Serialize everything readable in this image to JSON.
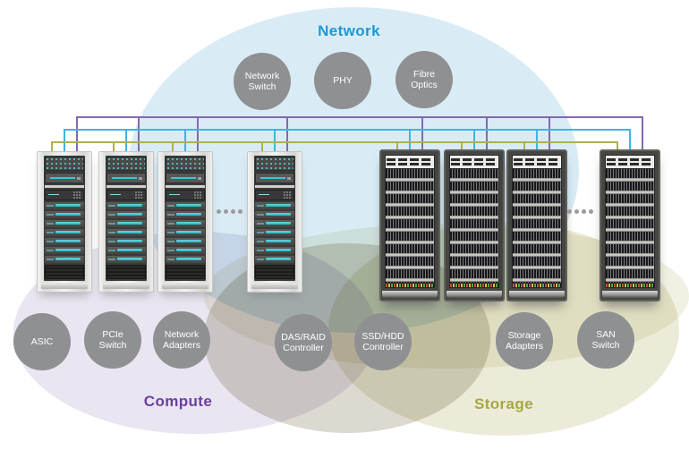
{
  "zones": {
    "network": {
      "title": "Network",
      "title_color": "#1b99d5",
      "zone_fill": "#d9ecf6",
      "nodes": [
        {
          "label": "Network Switch"
        },
        {
          "label": "PHY"
        },
        {
          "label": "Fibre Optics"
        }
      ]
    },
    "compute": {
      "title": "Compute",
      "title_color": "#6b3fa0",
      "zone_fill": "#e9e5f1",
      "nodes": [
        {
          "label": "ASIC"
        },
        {
          "label": "PCIe Switch"
        },
        {
          "label": "Network Adapters"
        }
      ]
    },
    "shared": {
      "zone_fill": "#dcd9d0",
      "nodes": [
        {
          "label": "DAS/RAID Controller"
        },
        {
          "label": "SSD/HDD Controller"
        }
      ]
    },
    "storage": {
      "title": "Storage",
      "title_color": "#a5a93c",
      "zone_fill": "#ecebd9",
      "nodes": [
        {
          "label": "Storage Adapters"
        },
        {
          "label": "SAN Switch"
        }
      ]
    }
  },
  "racks": {
    "compute_count": 4,
    "storage_count": 4,
    "compute_type": "compute-server-rack",
    "storage_type": "storage-array-rack"
  },
  "wires": {
    "purple": "#8468ae",
    "blue": "#3fb4e4",
    "olive": "#aeb14c"
  },
  "colors": {
    "node_fill": "#8f9092",
    "node_text": "#ffffff",
    "accent_band_fill": "#f1f1e3",
    "background": "#ffffff"
  }
}
